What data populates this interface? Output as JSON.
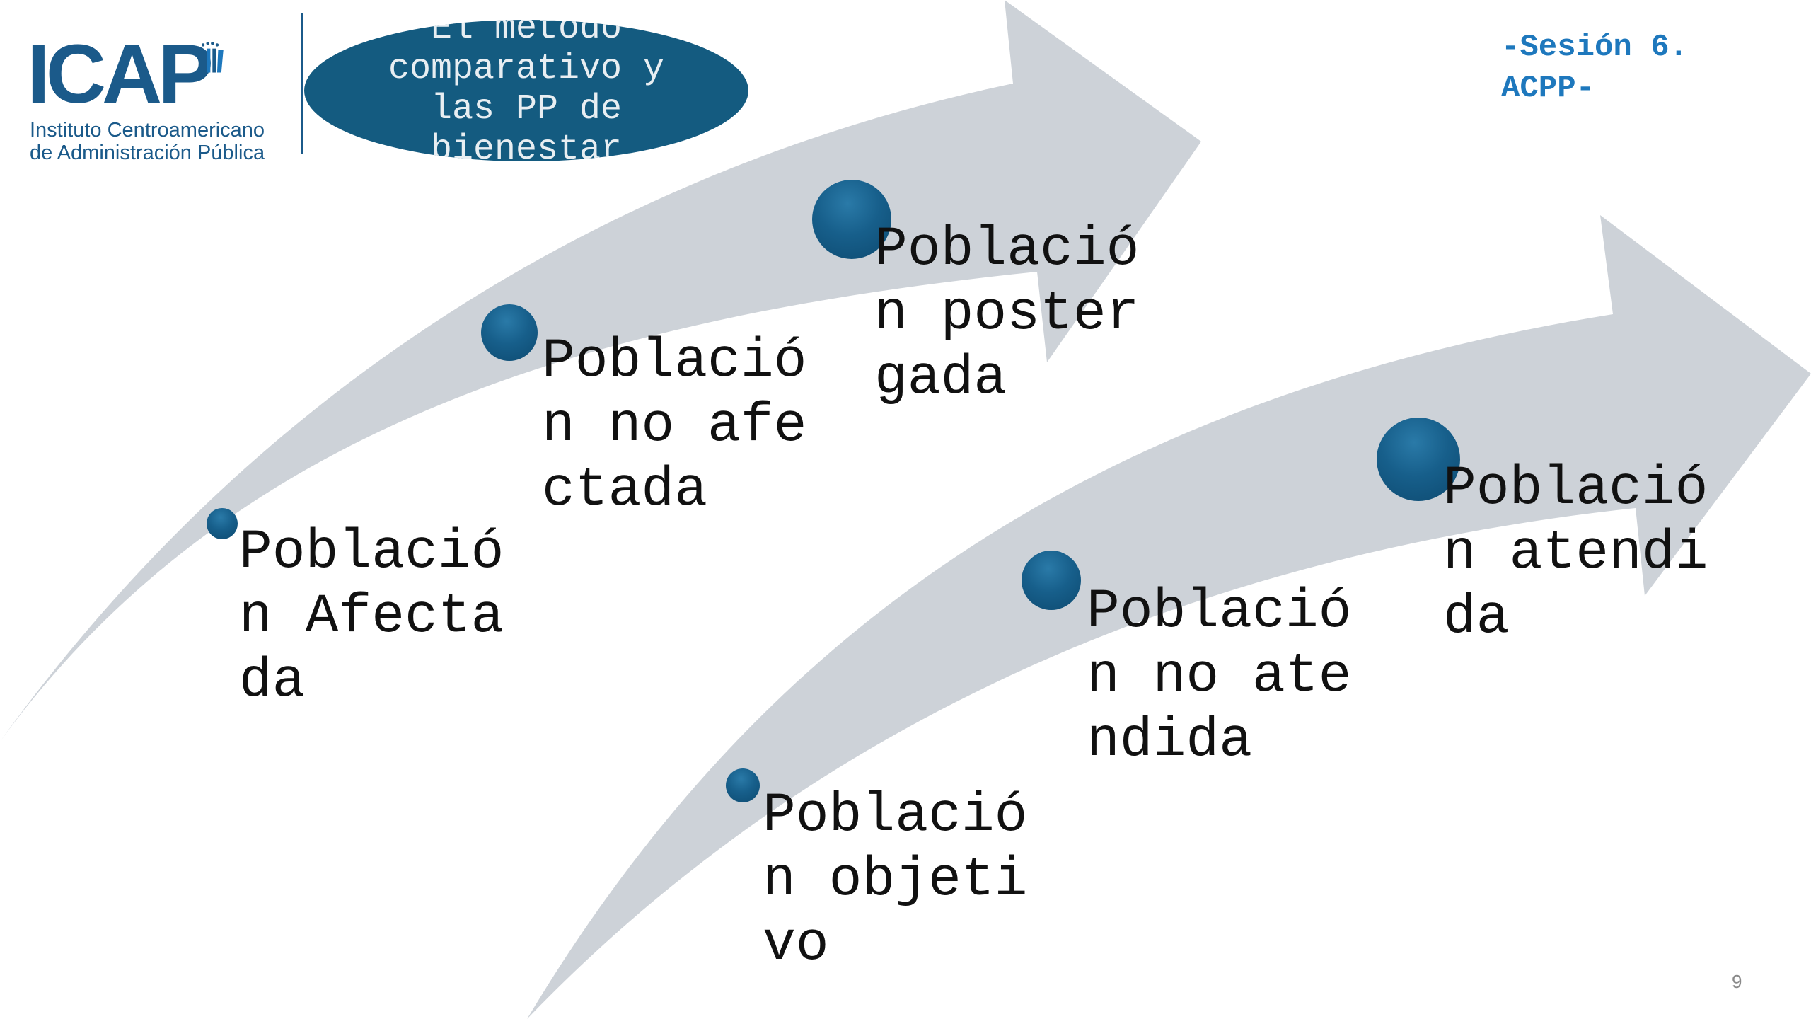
{
  "header": {
    "logo_word": "ICAP",
    "logo_subtitle_line1": "Instituto Centroamericano",
    "logo_subtitle_line2": "de Administración Pública",
    "title": "El método comparativo y las PP de bienestar",
    "session": "-Sesión 6.\nACPP-"
  },
  "process_1": {
    "steps": [
      {
        "label": "Población Afectada"
      },
      {
        "label": "Población no afectada"
      },
      {
        "label": "Población postergada"
      }
    ]
  },
  "process_2": {
    "steps": [
      {
        "label": "Población objetivo"
      },
      {
        "label": "Población no atendida"
      },
      {
        "label": "Población atendida"
      }
    ]
  },
  "footer": {
    "page_number": "9"
  },
  "colors": {
    "arrow": "#cdd2d8",
    "dot": "#175f8b",
    "title_fill": "#145b80",
    "brand": "#1b5a8a",
    "session_text": "#1e78bd"
  }
}
